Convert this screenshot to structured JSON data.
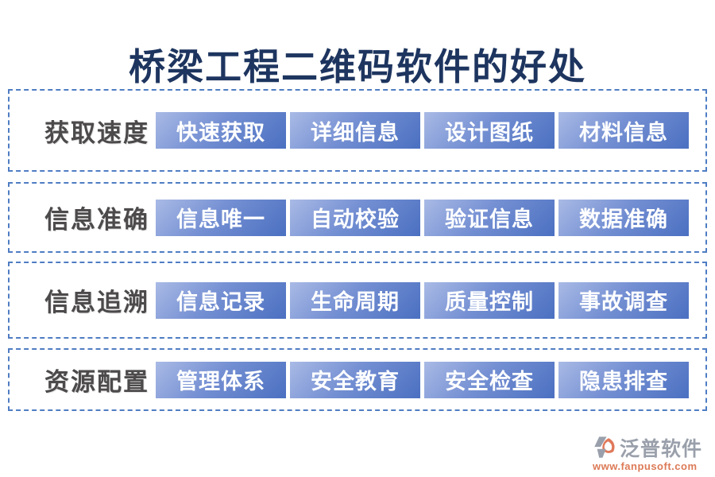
{
  "title": "桥梁工程二维码软件的好处",
  "rows": [
    {
      "label": "获取速度",
      "buttons": [
        "快速获取",
        "详细信息",
        "设计图纸",
        "材料信息"
      ]
    },
    {
      "label": "信息准确",
      "buttons": [
        "信息唯一",
        "自动校验",
        "验证信息",
        "数据准确"
      ]
    },
    {
      "label": "信息追溯",
      "buttons": [
        "信息记录",
        "生命周期",
        "质量控制",
        "事故调查"
      ]
    },
    {
      "label": "资源配置",
      "buttons": [
        "管理体系",
        "安全教育",
        "安全检查",
        "隐患排查"
      ]
    }
  ],
  "footer": {
    "brand": "泛普软件",
    "url": "www.fanpusoft.com",
    "logo_icon": "fanpu-hexagon-logo"
  },
  "colors": {
    "title_text": "#1d355f",
    "dashed_border": "#4f7dc3",
    "button_gradient_start": "#a9bae5",
    "button_gradient_end": "#4b70c1",
    "button_text": "#ffffff",
    "row_label_text": "#4c4a4a",
    "brand_gray": "#9aa0ab",
    "brand_orange": "#dd7a57",
    "background": "#ffffff"
  }
}
